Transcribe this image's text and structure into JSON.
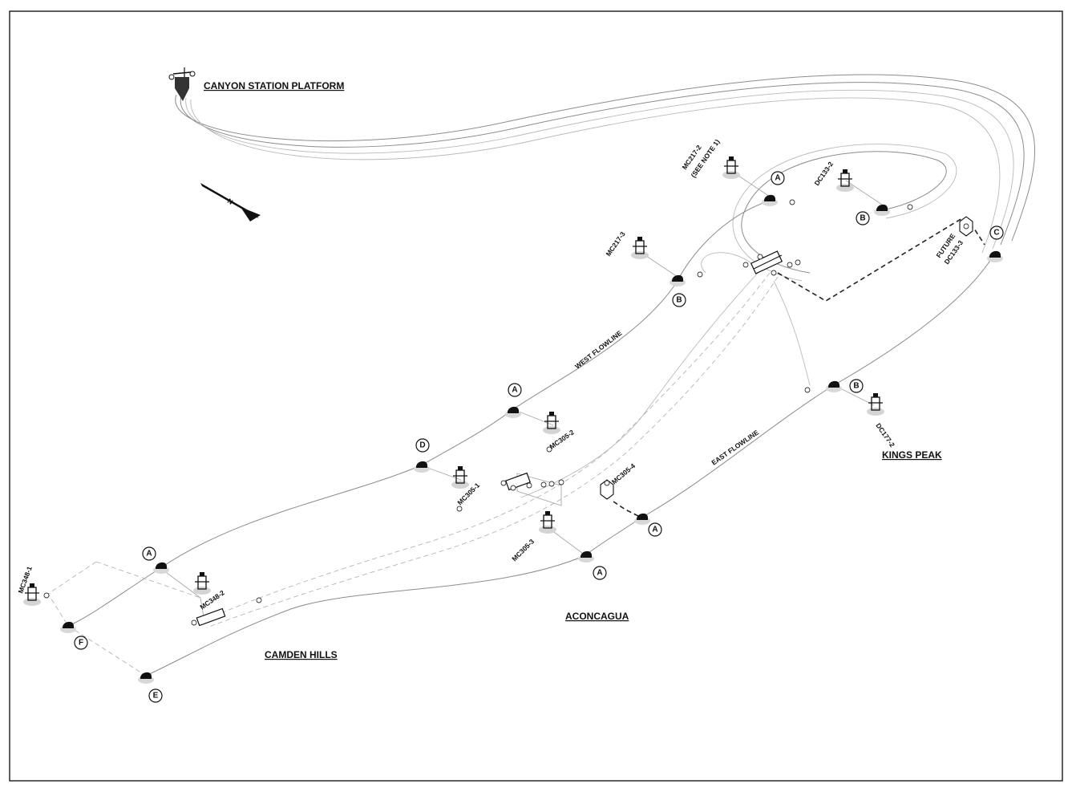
{
  "labels": {
    "canyon_station": "CANYON STATION PLATFORM",
    "kings_peak": "KINGS PEAK",
    "aconcagua": "ACONCAGUA",
    "camden_hills": "CAMDEN HILLS",
    "west_flowline": "WEST FLOWLINE",
    "east_flowline": "EAST FLOWLINE"
  },
  "wells": {
    "mc217_2": "MC217-2",
    "mc217_2_note": "(SEE NOTE 1)",
    "dc133_2": "DC133-2",
    "mc217_3": "MC217-3",
    "future": "FUTURE",
    "dc133_3": "DC133-3",
    "dc177_2": "DC177-2",
    "mc305_2": "MC305-2",
    "mc305_1": "MC305-1",
    "mc305_4": "MC305-4",
    "mc305_3": "MC305-3",
    "mc348_1": "MC348-1",
    "mc348_2": "MC348-2"
  },
  "bubbles": {
    "top_a": "A",
    "top_b": "B",
    "right_c": "C",
    "mc217_3_b": "B",
    "kings_b": "B",
    "west_a": "A",
    "west_d": "D",
    "east_a_upper": "A",
    "east_a_lower": "A",
    "camden_a": "A",
    "camden_f": "F",
    "camden_e": "E"
  },
  "north_arrow": "N"
}
